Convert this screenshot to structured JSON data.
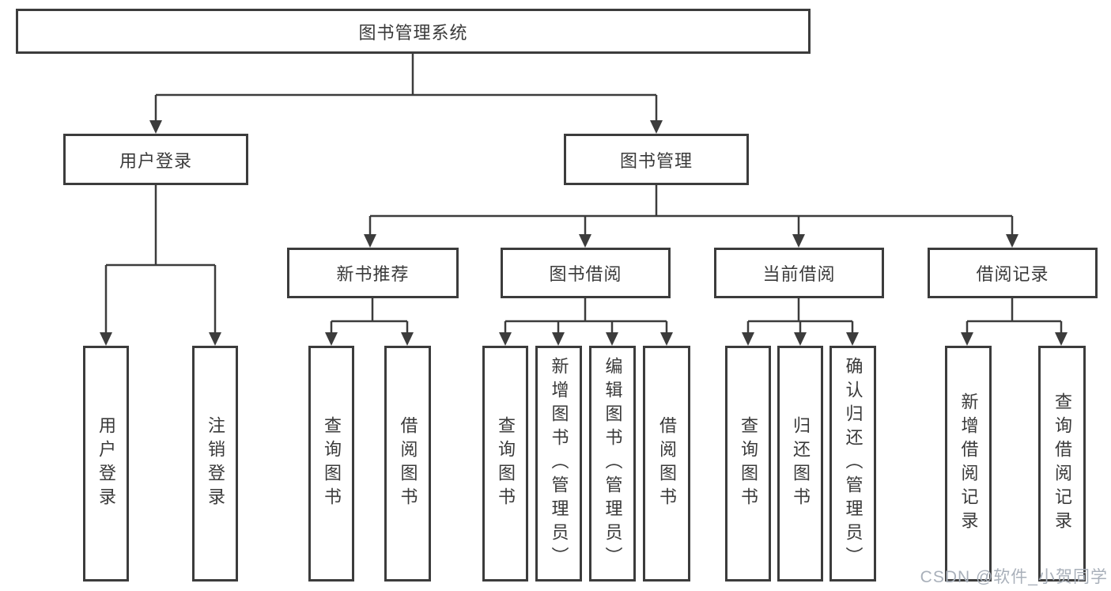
{
  "tree": {
    "root": "图书管理系统",
    "level2": [
      "用户登录",
      "图书管理"
    ],
    "level3": [
      "新书推荐",
      "图书借阅",
      "当前借阅",
      "借阅记录"
    ],
    "leaves": {
      "login": [
        "用户登录",
        "注销登录"
      ],
      "new_books": [
        "查询图书",
        "借阅图书"
      ],
      "book_borrow": [
        "查询图书",
        "新增图书（管理员）",
        "编辑图书（管理员）",
        "借阅图书"
      ],
      "current_borrow": [
        "查询图书",
        "归还图书",
        "确认归还（管理员）"
      ],
      "borrow_records": [
        "新增借阅记录",
        "查询借阅记录"
      ]
    }
  },
  "watermark": "CSDN @软件_小贺同学",
  "colors": {
    "line": "#3c3c3c",
    "text": "#3a3a3a",
    "background": "#ffffff",
    "watermark": "#a9b0ba"
  }
}
